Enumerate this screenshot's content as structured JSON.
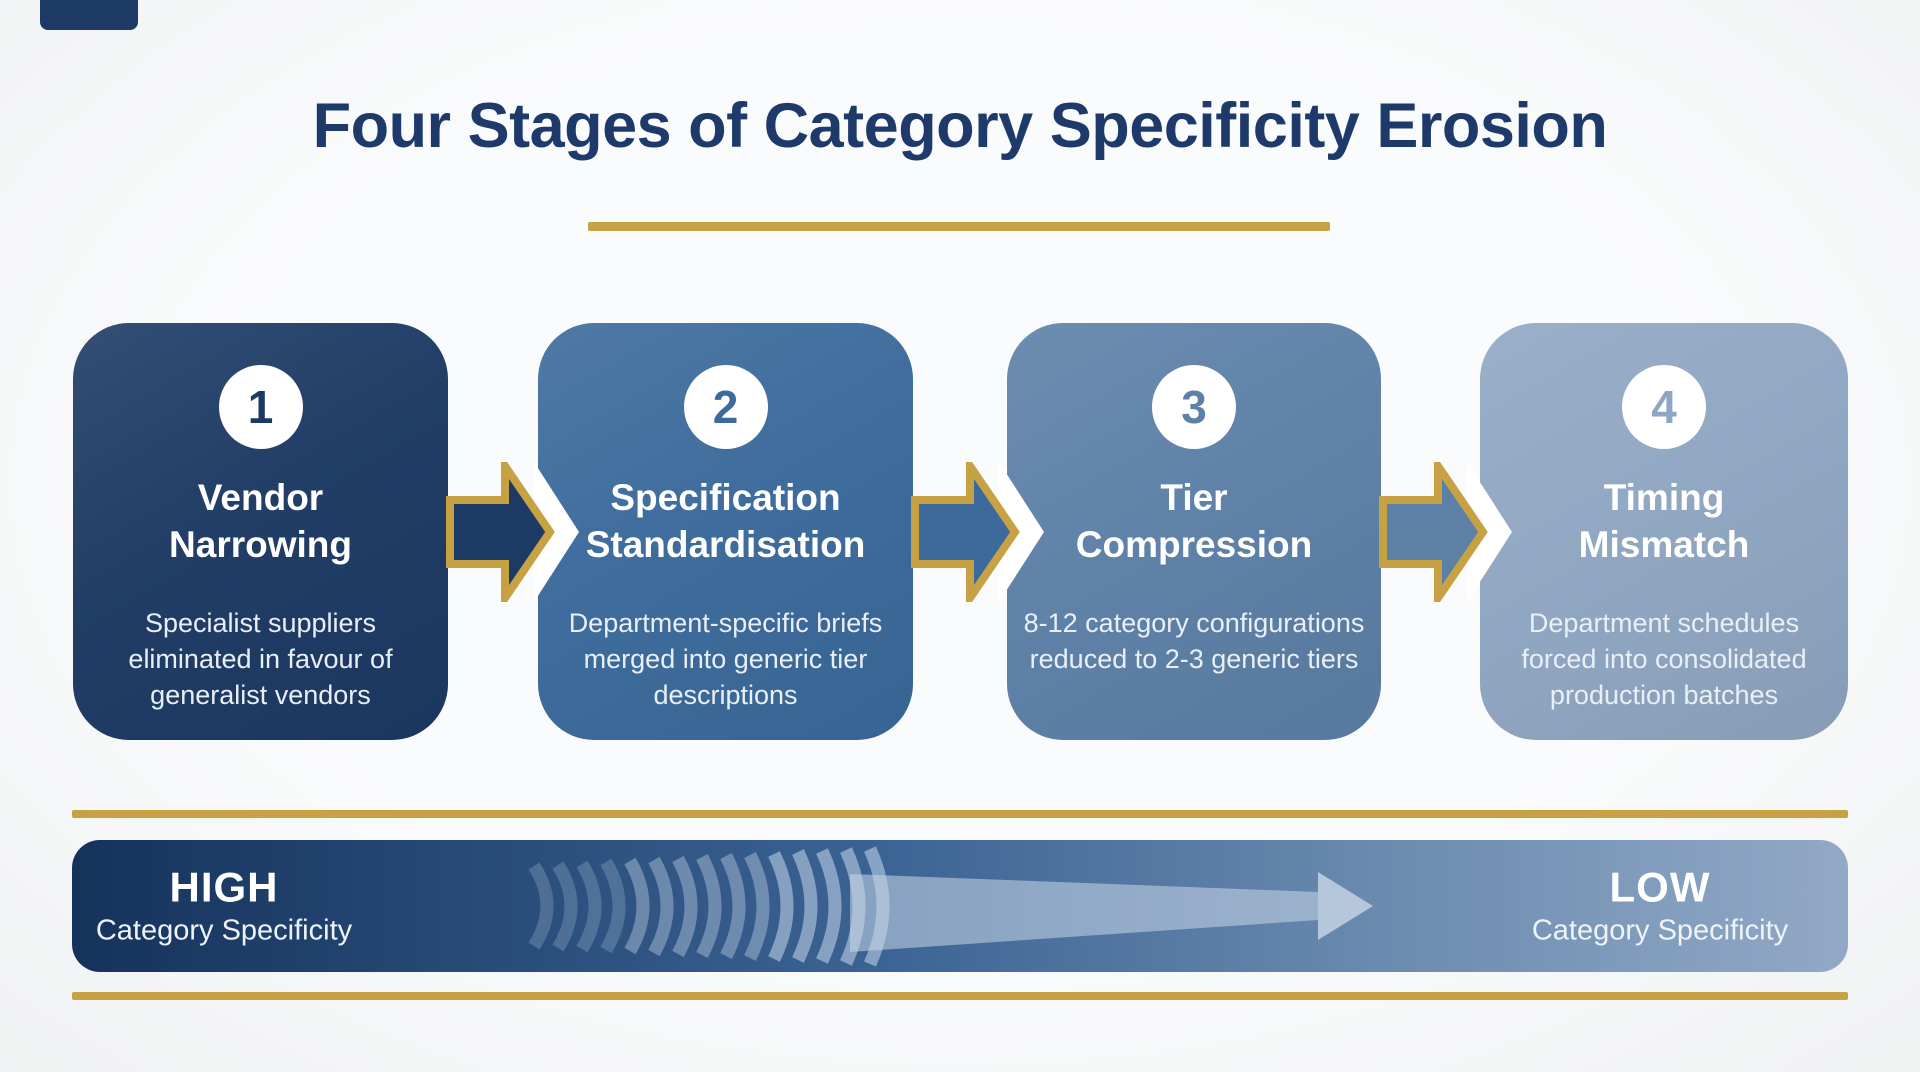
{
  "title": "Four Stages of Category Specificity Erosion",
  "stages": [
    {
      "number": "1",
      "name": "Vendor Narrowing",
      "description": "Specialist suppliers eliminated in favour of generalist vendors",
      "color": "#1d3a64"
    },
    {
      "number": "2",
      "name": "Specification Standardisation",
      "description": "Department-specific briefs merged into generic tier descriptions",
      "color": "#3b6a9b"
    },
    {
      "number": "3",
      "name": "Tier Compression",
      "description": "8-12 category configurations reduced to 2-3 generic tiers",
      "color": "#5d80a7"
    },
    {
      "number": "4",
      "name": "Timing Mismatch",
      "description": "Department schedules forced into consolidated production batches",
      "color": "#8fa6c2"
    }
  ],
  "gradient_bar": {
    "left_label": "HIGH",
    "left_sublabel": "Category Specificity",
    "right_label": "LOW",
    "right_sublabel": "Category Specificity",
    "start_color": "#15325b",
    "end_color": "#92a9c6"
  },
  "colors": {
    "title_navy": "#1d3a6b",
    "gold": "#c7a245",
    "background": "#f7f8f9",
    "card_text": "#ffffff"
  }
}
